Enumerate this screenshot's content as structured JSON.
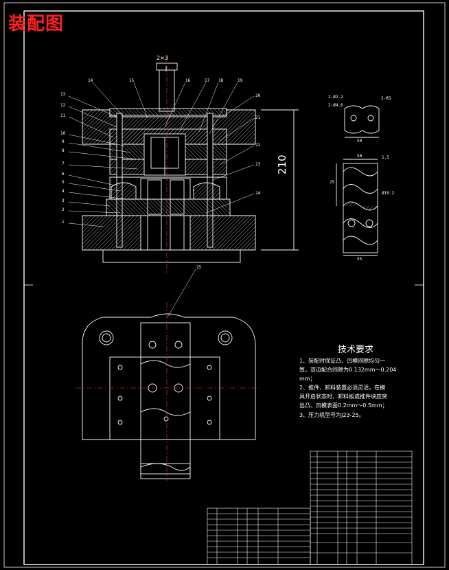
{
  "title": "装配图",
  "dimension_main": "210",
  "top_label": "2×3",
  "callouts_left": [
    "13",
    "12",
    "11",
    "10",
    "9",
    "8",
    "7",
    "6",
    "5",
    "4",
    "3",
    "2",
    "1"
  ],
  "callouts_top": [
    "14",
    "15",
    "16",
    "17",
    "18",
    "19",
    "20",
    "21",
    "22",
    "23",
    "24",
    "25"
  ],
  "part_dims": {
    "a": "2-Ø2.2",
    "b": "2-Ø4.6",
    "c": "2-R5",
    "w1": "50",
    "w2": "50",
    "d1": "1.5",
    "phi": "Ø10.2",
    "h": "25",
    "bottom": "55"
  },
  "tech": {
    "heading": "技术要求",
    "line1": "1、装配时保证凸、凹模间隙均匀一",
    "line2": "致，双边配合间隙为0.132mm～0.204",
    "line3": "mm；",
    "line4": "2、推件、卸料装置必须灵活，在模",
    "line5": "具开启状态时，卸料板或推件块应突",
    "line6": "出凸、凹模表面0.2mm～0.5mm；",
    "line7": "3、压力机型号为J23-25。"
  },
  "colors": {
    "bg": "#000000",
    "line": "#ffffff",
    "accent": "#ff2020",
    "center": "#ff3333",
    "hatch": "#cccccc"
  }
}
